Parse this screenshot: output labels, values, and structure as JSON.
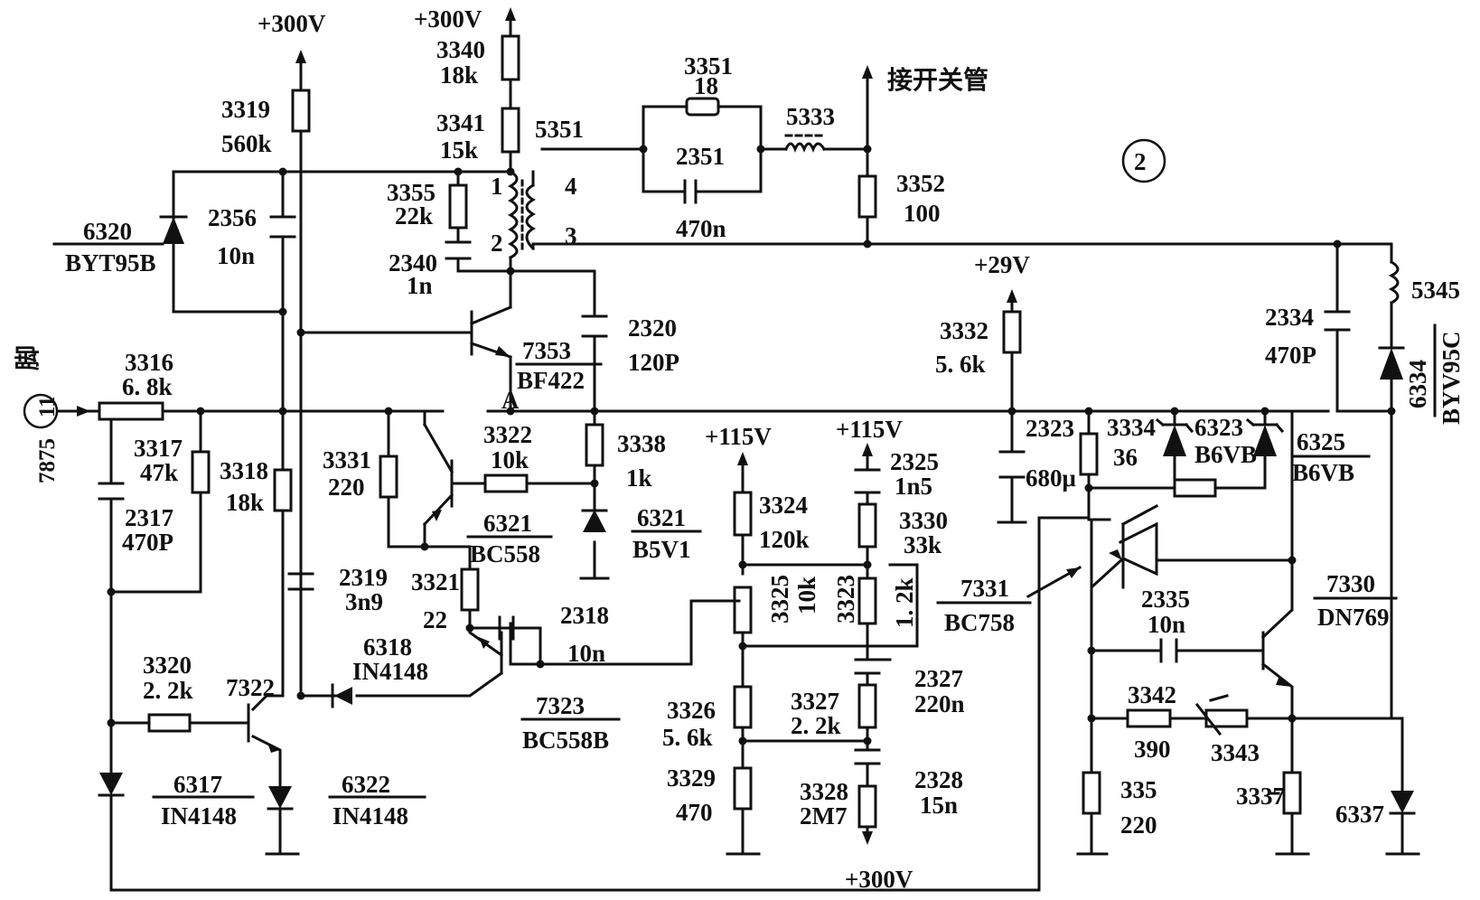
{
  "supplies": {
    "p300_a": "+300V",
    "p300_b": "+300V",
    "p300_bottom": "+300V",
    "p29": "+29V",
    "p115_a": "+115V",
    "p115_b": "+115V"
  },
  "annotations": {
    "switch_tube": "接开关管",
    "circled_number": "②",
    "point_a": "A",
    "pin_ic": "7875",
    "pin_number": "11",
    "pin_char": "脚"
  },
  "resistors": {
    "r3340": {
      "ref": "3340",
      "val": "18k"
    },
    "r3341": {
      "ref": "3341",
      "val": "15k"
    },
    "r3319": {
      "ref": "3319",
      "val": "560k"
    },
    "r3355": {
      "ref": "3355",
      "val": "22k"
    },
    "r3351": {
      "ref": "3351",
      "val": "18"
    },
    "r3352": {
      "ref": "3352",
      "val": "100"
    },
    "r3316": {
      "ref": "3316",
      "val": "6. 8k"
    },
    "r3317": {
      "ref": "3317",
      "val": "47k"
    },
    "r3318": {
      "ref": "3318",
      "val": "18k"
    },
    "r3331": {
      "ref": "3331",
      "val": "220"
    },
    "r3322": {
      "ref": "3322",
      "val": "10k"
    },
    "r3338": {
      "ref": "3338",
      "val": "1k"
    },
    "r3321": {
      "ref": "3321",
      "val": "22"
    },
    "r3320": {
      "ref": "3320",
      "val": "2. 2k"
    },
    "r3332": {
      "ref": "3332",
      "val": "5. 6k"
    },
    "r3324": {
      "ref": "3324",
      "val": "120k"
    },
    "r3325": {
      "ref": "3325",
      "val": "10k"
    },
    "r3330": {
      "ref": "3330",
      "val": "33k"
    },
    "r3323": {
      "ref": "3323",
      "val": "1. 2k"
    },
    "r3326": {
      "ref": "3326",
      "val": "5. 6k"
    },
    "r3327": {
      "ref": "3327",
      "val": "2. 2k"
    },
    "r3329": {
      "ref": "3329",
      "val": "470"
    },
    "r3328": {
      "ref": "3328",
      "val": "2M7"
    },
    "r3334": {
      "ref": "3334",
      "val": "36"
    },
    "r3342": {
      "ref": "3342",
      "val": "390"
    },
    "r3343": {
      "ref": "3343"
    },
    "r335": {
      "ref": "335",
      "val": "220"
    },
    "r3337": {
      "ref": "3337"
    }
  },
  "capacitors": {
    "c2356": {
      "ref": "2356",
      "val": "10n"
    },
    "c2340": {
      "ref": "2340",
      "val": "1n"
    },
    "c2351": {
      "ref": "2351",
      "val": "470n"
    },
    "c2320": {
      "ref": "2320",
      "val": "120P"
    },
    "c2317": {
      "ref": "2317",
      "val": "470P"
    },
    "c2319": {
      "ref": "2319",
      "val": "3n9"
    },
    "c2318": {
      "ref": "2318",
      "val": "10n"
    },
    "c2325": {
      "ref": "2325",
      "val": "1n5"
    },
    "c2327": {
      "ref": "2327",
      "val": "220n"
    },
    "c2328": {
      "ref": "2328",
      "val": "15n"
    },
    "c2323": {
      "ref": "2323",
      "val": "680μ"
    },
    "c2335": {
      "ref": "2335",
      "val": "10n"
    },
    "c2334": {
      "ref": "2334",
      "val": "470P"
    }
  },
  "diodes": {
    "d6320": {
      "ref": "6320",
      "part": "BYT95B"
    },
    "d6321": {
      "ref": "6321",
      "part": "B5V1"
    },
    "d6318": {
      "ref": "6318",
      "part": "IN4148"
    },
    "d6317": {
      "ref": "6317",
      "part": "IN4148"
    },
    "d6322": {
      "ref": "6322",
      "part": "IN4148"
    },
    "d6323": {
      "ref": "6323",
      "part": "B6VB"
    },
    "d6325": {
      "ref": "6325",
      "part": "B6VB"
    },
    "d6334": {
      "ref": "6334",
      "part": "BYV95C"
    },
    "d6337": {
      "ref": "6337"
    }
  },
  "transistors": {
    "t7353": {
      "ref": "7353",
      "part": "BF422"
    },
    "t6321": {
      "ref": "6321",
      "part": "BC558"
    },
    "t7322": {
      "ref": "7322"
    },
    "t7323": {
      "ref": "7323",
      "part": "BC558B"
    },
    "t7331": {
      "ref": "7331",
      "part": "BC758"
    },
    "t7330": {
      "ref": "7330",
      "part": "DN769"
    }
  },
  "inductors": {
    "l5351": {
      "ref": "5351",
      "pin1": "1",
      "pin2": "2",
      "pin3": "3",
      "pin4": "4"
    },
    "l5333": {
      "ref": "5333"
    },
    "l5345": {
      "ref": "5345"
    }
  }
}
